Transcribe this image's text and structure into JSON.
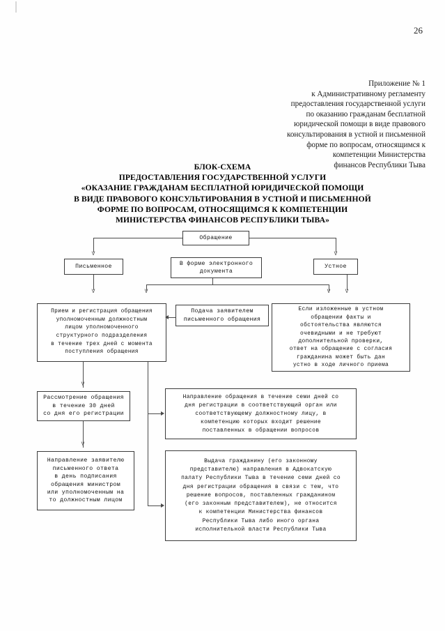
{
  "page": {
    "number": "26"
  },
  "header": {
    "lines": [
      "Приложение № 1",
      "к Административному регламенту",
      "предоставления государственной услуги",
      "по оказанию гражданам бесплатной",
      "юридической помощи в виде правового",
      "консультирования в устной и письменной",
      "форме по вопросам, относящимся к",
      "компетенции Министерства",
      "финансов Республики Тыва"
    ]
  },
  "title": {
    "lines": [
      "БЛОК-СХЕМА",
      "ПРЕДОСТАВЛЕНИЯ ГОСУДАРСТВЕННОЙ УСЛУГИ",
      "«ОКАЗАНИЕ ГРАЖДАНАМ БЕСПЛАТНОЙ ЮРИДИЧЕСКОЙ ПОМОЩИ",
      "В ВИДЕ ПРАВОВОГО КОНСУЛЬТИРОВАНИЯ В УСТНОЙ И ПИСЬМЕННОЙ",
      "ФОРМЕ ПО ВОПРОСАМ, ОТНОСЯЩИМСЯ К КОМПЕТЕНЦИИ",
      "МИНИСТЕРСТВА ФИНАНСОВ РЕСПУБЛИКИ ТЫВА»"
    ]
  },
  "flowchart": {
    "nodes": {
      "appeal": {
        "lines": [
          "Обращение"
        ]
      },
      "written": {
        "lines": [
          "Письменное"
        ]
      },
      "electronic": {
        "lines": [
          "В форме электронного",
          "документа"
        ]
      },
      "oral": {
        "lines": [
          "Устное"
        ]
      },
      "reception_registration": {
        "lines": [
          "Прием и регистрация обращения",
          "уполномоченным должностным",
          "лицом уполномоченного",
          "структурного подразделения",
          "в течение трех дней с момента",
          "поступления обращения"
        ]
      },
      "submission": {
        "lines": [
          "Подача заявителем",
          "письменного обращения"
        ]
      },
      "oral_answer": {
        "lines": [
          "Если изложенные в устном",
          "обращении факты и",
          "обстоятельства являются",
          "очевидными и не требуют",
          "дополнительной проверки,",
          "ответ на обращение с согласия",
          "гражданина может быть дан",
          "устно в ходе личного приема"
        ]
      },
      "review": {
        "lines": [
          "Рассмотрение обращения",
          "в течение 30 дней",
          "со дня его регистрации"
        ]
      },
      "forwarding": {
        "lines": [
          "Направление обращения в течение семи дней со",
          "дня регистрации в соответствующий орган или",
          "соответствующему должностному лицу, в",
          "компетенцию которых входит решение",
          "поставленных в обращении вопросов"
        ]
      },
      "written_answer": {
        "lines": [
          "Направление заявителю",
          "письменного ответа",
          "в день подписания",
          "обращения министром",
          "или уполномоченным на",
          "то должностным лицом"
        ]
      },
      "bar_referral": {
        "lines": [
          "Выдача гражданину (его законному",
          "представителю) направления в Адвокатскую",
          "палату Республики Тыва в течение семи дней со",
          "дня регистрации обращения в связи с тем, что",
          "решение вопросов, поставленных гражданином",
          "(его законным представителем), не относится",
          "к компетенции Министерства финансов",
          "Республики Тыва либо иного органа",
          "исполнительной власти Республики Тыва"
        ]
      }
    },
    "arrow_glyph": "V"
  }
}
